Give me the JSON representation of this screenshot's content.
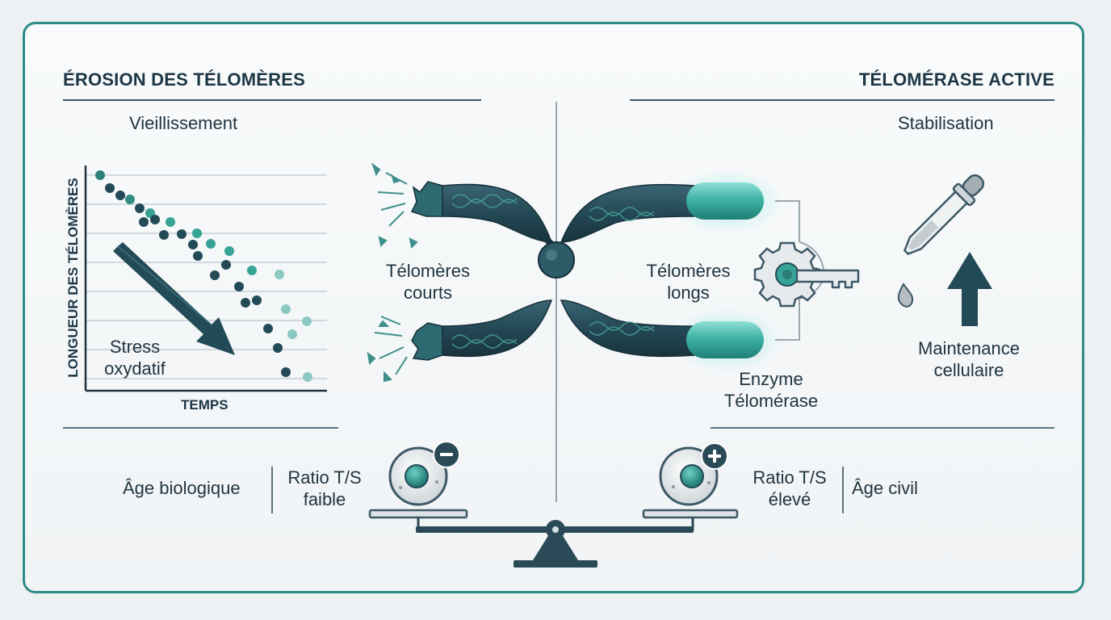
{
  "left": {
    "heading": "ÉROSION DES TÉLOMÈRES",
    "subheading": "Vieillissement",
    "y_axis_label": "LONGUEUR DES TÉLOMÈRES",
    "x_axis_label": "TEMPS",
    "annotation": "Stress oxydatif",
    "short_label": "Télomères courts",
    "bottom_left": "Âge biologique",
    "bottom_ratio": "Ratio T/S faible"
  },
  "right": {
    "heading": "TÉLOMÉRASE ACTIVE",
    "subheading": "Stabilisation",
    "long_label": "Télomères longs",
    "enzyme_label": "Enzyme Télomérase",
    "maintenance_label": "Maintenance cellulaire",
    "bottom_ratio": "Ratio T/S élevé",
    "bottom_right": "Âge civil"
  },
  "colors": {
    "frame": "#2e8c86",
    "dark_teal": "#234a57",
    "teal": "#37a396",
    "light_teal": "#8cc9c1",
    "text": "#1f3340"
  },
  "icons": {
    "minus_cell": "cell-minus-icon",
    "plus_cell": "cell-plus-icon",
    "gear_key": "gear-key-icon",
    "dropper": "dropper-icon",
    "balance": "balance-scale-icon"
  }
}
